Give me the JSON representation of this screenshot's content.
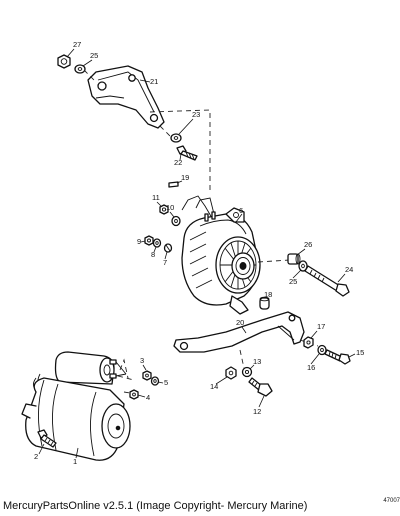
{
  "diagram": {
    "callouts": {
      "c1": "1",
      "c2": "2",
      "c3": "3",
      "c4": "4",
      "c5": "5",
      "c6": "6",
      "c7": "7",
      "c8": "8",
      "c9": "9",
      "c10": "10",
      "c11": "11",
      "c12": "12",
      "c13": "13",
      "c14": "14",
      "c15": "15",
      "c16": "16",
      "c17": "17",
      "c18": "18",
      "c19": "19",
      "c20": "20",
      "c21": "21",
      "c22": "22",
      "c23": "23",
      "c24": "24",
      "c25a": "25",
      "c25b": "25",
      "c26": "26",
      "c27": "27"
    },
    "drawing_number": "47007",
    "caption": "MercuryPartsOnline v2.5.1 (Image Copyright- Mercury Marine)"
  }
}
